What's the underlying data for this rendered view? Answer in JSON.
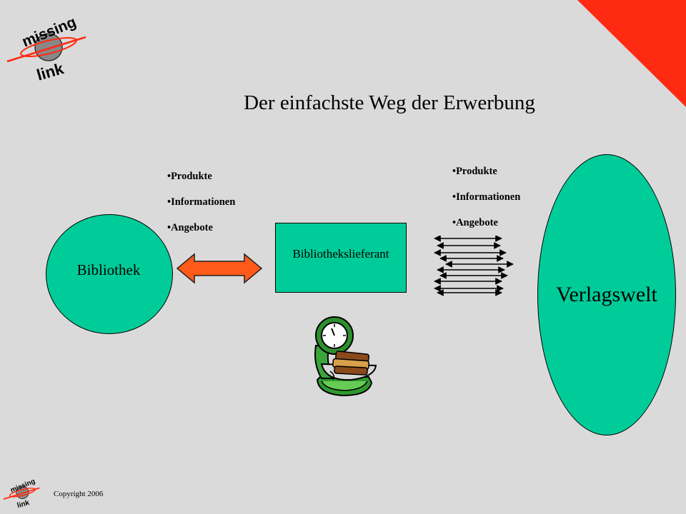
{
  "slide": {
    "title": "Der einfachste Weg der Erwerbung",
    "copyright": "Copyright 2006",
    "colors": {
      "background": "#dadada",
      "shape_fill": "#00cc99",
      "accent_red": "#ff2a12",
      "arrow_orange": "#ff5a1a"
    }
  },
  "logo": {
    "word_top": "missing",
    "word_bottom": "link"
  },
  "diagram": {
    "bibliothek": {
      "label": "Bibliothek"
    },
    "lieferant": {
      "label": "Bibliothekslieferant"
    },
    "verlagswelt": {
      "label": "Verlagswelt"
    },
    "bullets_left": [
      "Produkte",
      "Informationen",
      "Angebote"
    ],
    "bullets_right": [
      "Produkte",
      "Informationen",
      "Angebote"
    ]
  }
}
